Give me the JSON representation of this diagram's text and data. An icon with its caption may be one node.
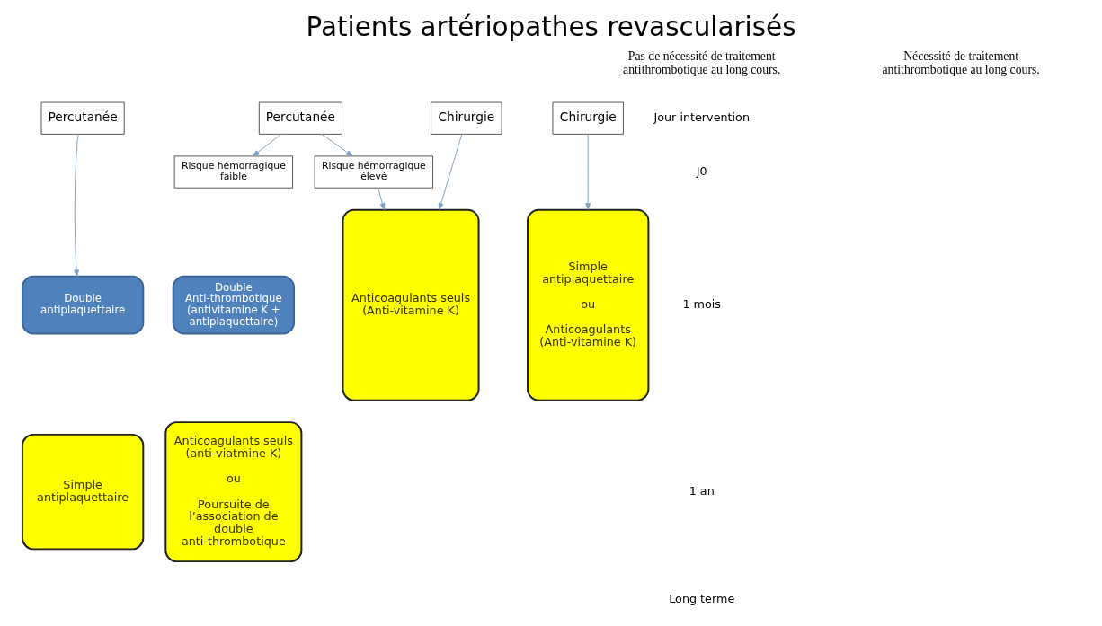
{
  "diagram": {
    "title": "Patients artériopathes revascularisés",
    "nodes": [
      {
        "text": [
          "Percutanée"
        ]
      },
      {
        "text": [
          "Chirurgie"
        ]
      },
      {
        "text": [
          "Double antiplaquettaire"
        ]
      },
      {
        "text": [
          "Simple antiplaquettaire"
        ]
      },
      {
        "text": [
          "Simple antiplaquettaire",
          "ou",
          "Anticoagulants (Anti-vitamine K)"
        ]
      },
      {
        "text": [
          "Percutanée"
        ]
      },
      {
        "text": [
          "Risque hémorragique faible"
        ]
      },
      {
        "text": [
          "Risque hémorragique élevé"
        ]
      },
      {
        "text": [
          "Chirurgie"
        ]
      },
      {
        "text": [
          "Double Anti-thrombotique (antivitamine K + antiplaquettaire)"
        ]
      },
      {
        "text": [
          "Anticoagulants seuls (anti-viatmine K)",
          "ou",
          "Poursuite de l’association de double anti-thrombotique"
        ]
      },
      {
        "text": [
          "Anticoagulants seuls (Anti-vitamine K)"
        ]
      }
    ],
    "edges": [
      {
        "from": 0,
        "to": 2,
        "arrow": "to"
      },
      {
        "from": 1,
        "to": 4,
        "arrow": "to"
      },
      {
        "from": 5,
        "to": 6,
        "arrow": "to"
      },
      {
        "from": 5,
        "to": 7,
        "arrow": "to"
      },
      {
        "from": 7,
        "to": 11,
        "arrow": "to"
      },
      {
        "from": 8,
        "to": 11,
        "arrow": "to"
      }
    ],
    "labels": [
      "Pas de nécessité de traitement antithrombotique au long cours.",
      "Nécessité de traitement antithrombotique au long cours.",
      "Jour intervention",
      "J0",
      "1 mois",
      "1 an",
      "Long terme"
    ]
  }
}
